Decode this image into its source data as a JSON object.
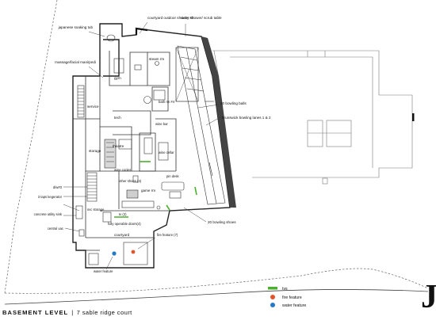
{
  "title": {
    "level": "BASEMENT LEVEL",
    "separator": "|",
    "address": "7 sable ridge court"
  },
  "logo": {
    "mark": "J"
  },
  "rooms": {
    "japanese_soaking_tub": "japanese soaking tub",
    "courtyard_shower": "courtyard outdoor shower #2",
    "vichy_shower": "vichy shower/ scrub table",
    "steam_rm": "steam rm",
    "massage": "massage/facial mani/pedi",
    "gym": "gym",
    "bath": "bath rm #4",
    "service": "service",
    "tech": "tech",
    "wine_bar": "wine bar",
    "storage": "storage",
    "theatre": "theatre",
    "wine_cellar": "wine cellar",
    "wine_cooler": "wine cooler",
    "game_rm": "game rm",
    "pin_desk": "pin desk",
    "other_shoes": "other shoes (4)",
    "d_w": "d/w#3",
    "taps_kegerator": "3 taps kegerator",
    "svc_storage": "svc storage",
    "concrete_sink": "concrete utility sink",
    "central_vac": "central vac",
    "tv_2": "tv (2)",
    "fully_operable_doors": "fully operable doors(4)",
    "courtyard": "courtyard",
    "fire_feature": "fire feature (7)",
    "water_feature": "water feature",
    "bowling_balls": "20 bowling balls",
    "brunswick_lanes": "brunswick bowling lanes 1 & 2",
    "bowling_shoes": "20 bowling shoes"
  },
  "legend": {
    "items": [
      {
        "label": "tvs",
        "color": "#4caf2e",
        "shape": "bar"
      },
      {
        "label": "fire feature",
        "color": "#e0542a",
        "shape": "dot"
      },
      {
        "label": "water feature",
        "color": "#2479c8",
        "shape": "dot"
      }
    ]
  }
}
